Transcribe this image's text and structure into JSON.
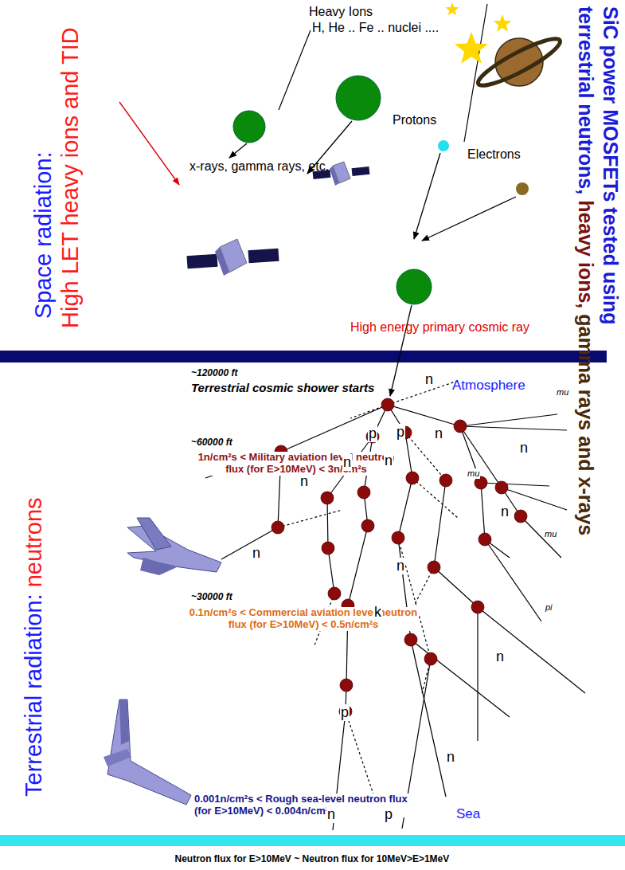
{
  "diagram": {
    "labels": [
      "Heavy Ions",
      "H, He .. Fe .. nuclei ....",
      "Space radiation:",
      "High LET heavy ions and TID",
      "SiC power MOSFETs tested using",
      "terrestrial neutrons,",
      "heavy ions,",
      "gamma rays and x-rays",
      "x-rays, gamma rays, etc.",
      "Protons",
      "Electrons",
      "High energy primary cosmic ray",
      "~120000 ft",
      "Terrestrial cosmic shower starts",
      "Atmosphere",
      "~60000 ft",
      "1n/cm²s < Military aviation level neutron flux (for E>10MeV) < 3n/cm²s",
      "~30000 ft",
      "0.1n/cm²s < Commercial aviation level neutron flux (for E>10MeV) < 0.5n/cm²s",
      "Terrestrial radiation:",
      "neutrons",
      "0.001n/cm²s < Rough sea-level neutron flux (for E>10MeV) < 0.004n/cm²s",
      "Sea",
      "Neutron flux for E>10MeV  ~  Neutron flux for 10MeV>E>1MeV",
      "n",
      "mu",
      "p",
      "p",
      "n",
      "n",
      "n",
      "mu",
      "n",
      "n",
      "n",
      "mu",
      "n",
      "n",
      "k",
      "pi",
      "n",
      "p",
      "n",
      "n",
      "p"
    ]
  }
}
